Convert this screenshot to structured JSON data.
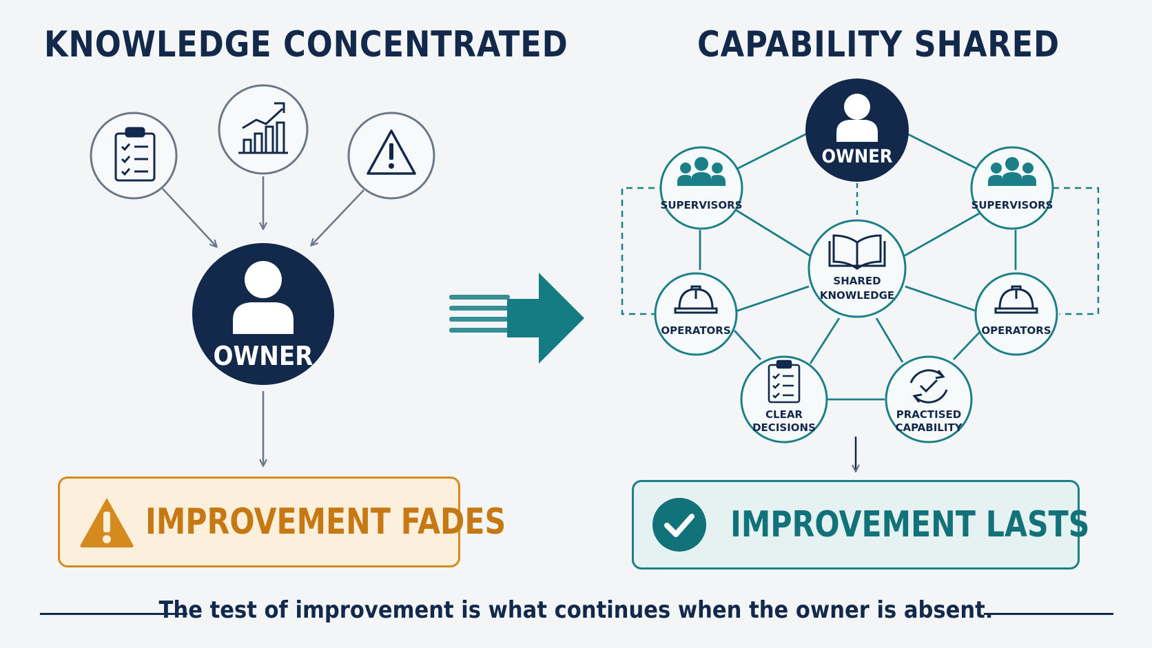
{
  "titles": {
    "left": "KNOWLEDGE CONCENTRATED",
    "right": "CAPABILITY SHARED"
  },
  "left_panel": {
    "inputs": [
      "clipboard-checklist-icon",
      "bar-chart-trend-icon",
      "warning-triangle-icon"
    ],
    "owner_label": "OWNER",
    "outcome": {
      "text": "IMPROVEMENT FADES",
      "icon": "warning-triangle-icon",
      "color": "#d58a1e"
    }
  },
  "right_panel": {
    "owner_label": "OWNER",
    "nodes": {
      "supervisors_left": "SUPERVISORS",
      "supervisors_right": "SUPERVISORS",
      "operators_left": "OPERATORS",
      "operators_right": "OPERATORS",
      "shared_knowledge_line1": "SHARED",
      "shared_knowledge_line2": "KNOWLEDGE",
      "clear_decisions_line1": "CLEAR",
      "clear_decisions_line2": "DECISIONS",
      "practised_capability_line1": "PRACTISED",
      "practised_capability_line2": "CAPABILITY"
    },
    "outcome": {
      "text": "IMPROVEMENT LASTS",
      "icon": "checkmark-circle-icon",
      "color": "#1a7f86"
    }
  },
  "footer": "The test of improvement is what continues when the owner is absent.",
  "colors": {
    "navy": "#13294b",
    "teal": "#1a7f86",
    "orange": "#d58a1e",
    "gray": "#6b7785",
    "background": "#f3f5f7"
  }
}
